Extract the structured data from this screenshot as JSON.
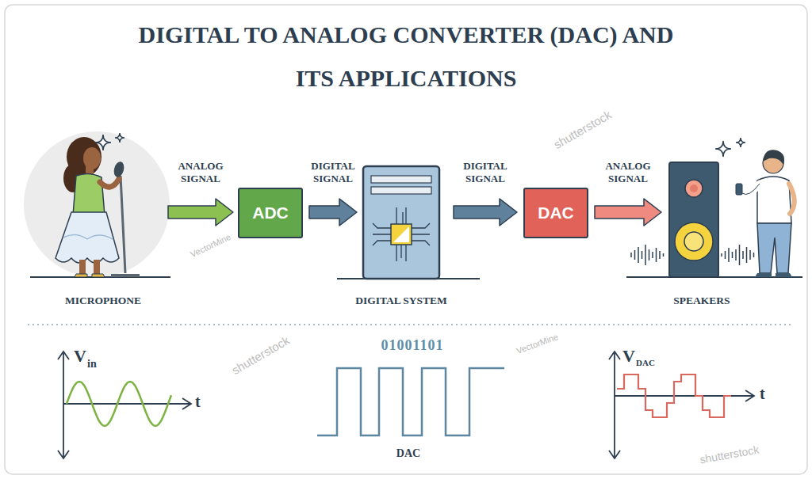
{
  "diagram": {
    "title": "DIGITAL TO ANALOG CONVERTER (DAC) AND ITS APPLICATIONS",
    "nodes": [
      {
        "text": [
          "MICROPHONE"
        ]
      },
      {
        "text": [
          "ADC"
        ]
      },
      {
        "text": [
          "DIGITAL SYSTEM"
        ]
      },
      {
        "text": [
          "DAC"
        ]
      },
      {
        "text": [
          "SPEAKERS"
        ]
      }
    ],
    "edges": [
      {
        "from": 0,
        "to": 1,
        "label": "ANALOG SIGNAL",
        "arrow": "to"
      },
      {
        "from": 1,
        "to": 2,
        "label": "DIGITAL SIGNAL",
        "arrow": "to"
      },
      {
        "from": 2,
        "to": 3,
        "label": "DIGITAL SIGNAL",
        "arrow": "to"
      },
      {
        "from": 3,
        "to": 4,
        "label": "ANALOG SIGNAL",
        "arrow": "to"
      }
    ],
    "labels": [
      "V",
      "in",
      "t",
      "01001101",
      "DAC",
      "V",
      "DAC",
      "t",
      "VectorMine",
      "VectorMine",
      "shutterstock",
      "shutterstock",
      "shutterstock"
    ]
  }
}
